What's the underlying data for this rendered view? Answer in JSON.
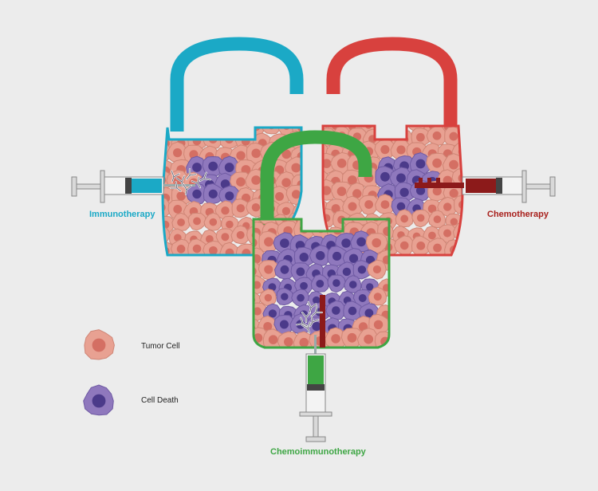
{
  "labels": {
    "immunotherapy": "Immunotherapy",
    "chemotherapy": "Chemotherapy",
    "chemoimmunotherapy": "Chemoimmunotherapy"
  },
  "legend": {
    "tumor_cell": "Tumor Cell",
    "cell_death": "Cell Death"
  },
  "colors": {
    "background": "#ececec",
    "immuno": "#1ba9c6",
    "chemo": "#d8413e",
    "combo": "#3ea644",
    "chemo_drug": "#8c1a1a",
    "tumor_fill": "#e8a192",
    "tumor_nucleus": "#d46f63",
    "dead_fill": "#8f78bd",
    "dead_nucleus": "#4b3a8a"
  },
  "icons": {
    "lock": "padlock-icon",
    "syringe": "syringe-icon",
    "antibody": "antibody-icon",
    "key": "key-icon"
  }
}
